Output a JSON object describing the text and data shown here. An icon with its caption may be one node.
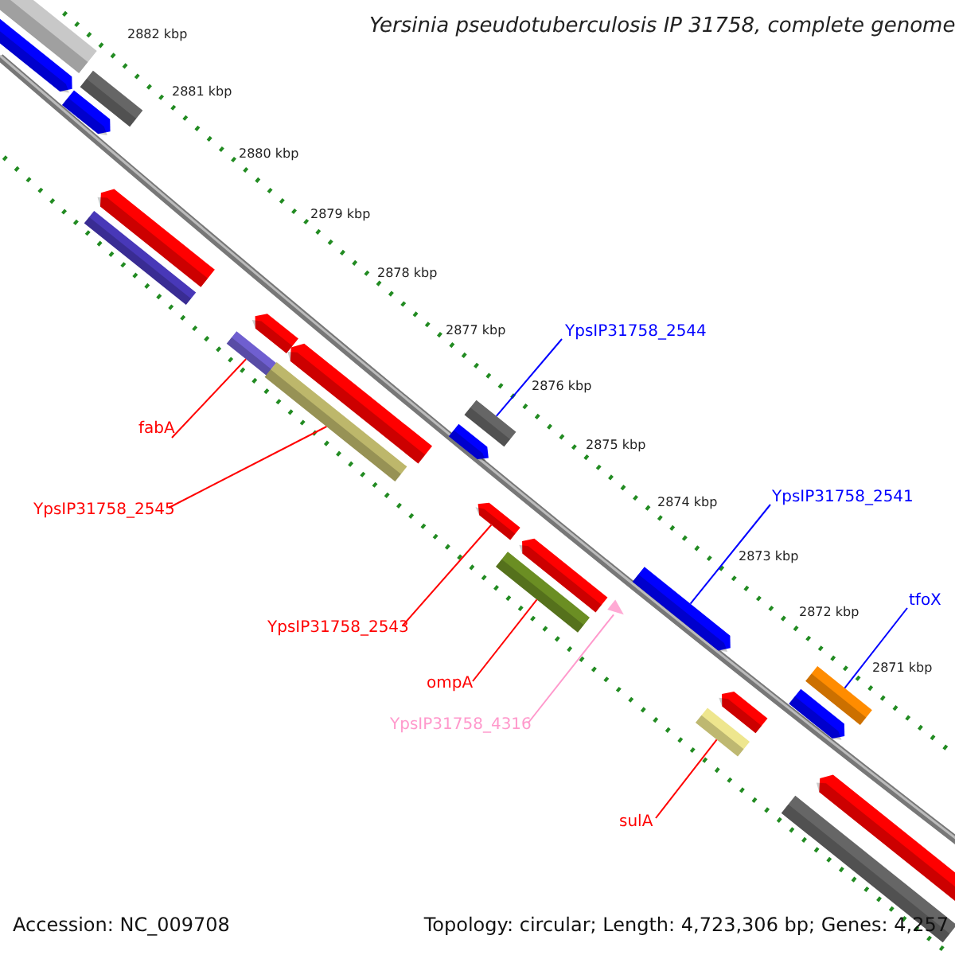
{
  "diagram": {
    "title": "Yersinia pseudotuberculosis IP 31758, complete genome",
    "nodes": [
      {
        "text": [
          "YpsIP31758_2544"
        ]
      },
      {
        "text": [
          "YpsIP31758_2541"
        ]
      },
      {
        "text": [
          "tfoX"
        ]
      },
      {
        "text": [
          "fabA"
        ]
      },
      {
        "text": [
          "YpsIP31758_2545"
        ]
      },
      {
        "text": [
          "YpsIP31758_2543"
        ]
      },
      {
        "text": [
          "ompA"
        ]
      },
      {
        "text": [
          "YpsIP31758_4316"
        ]
      },
      {
        "text": [
          "sulA"
        ]
      },
      {
        "text": [],
        "shape": "bar"
      },
      {
        "text": [],
        "shape": "bar"
      },
      {
        "text": [],
        "shape": "bar"
      },
      {
        "text": [],
        "shape": "bar"
      },
      {
        "text": [],
        "shape": "bar"
      },
      {
        "text": [],
        "shape": "bar"
      },
      {
        "text": [],
        "shape": "bar"
      },
      {
        "text": [],
        "shape": "bar"
      },
      {
        "text": [],
        "shape": "bar"
      },
      {
        "text": [],
        "shape": "bar"
      },
      {
        "text": [],
        "shape": "bar"
      },
      {
        "text": [],
        "shape": "bar"
      },
      {
        "text": [],
        "shape": "bar"
      },
      {
        "text": [],
        "shape": "bar"
      },
      {
        "text": [],
        "shape": "bar"
      },
      {
        "text": [],
        "shape": "triangle"
      },
      {
        "text": [],
        "shape": "bar"
      },
      {
        "text": [],
        "shape": "bar"
      },
      {
        "text": [],
        "shape": "bar"
      },
      {
        "text": [],
        "shape": "bar"
      },
      {
        "text": [],
        "shape": "bar"
      },
      {
        "text": [],
        "shape": "bar"
      },
      {
        "text": [],
        "shape": "bar"
      }
    ],
    "edges": [
      {
        "from": 3,
        "to": 16,
        "arrow": "none"
      },
      {
        "from": 4,
        "to": 18,
        "arrow": "none"
      },
      {
        "from": 0,
        "to": 19,
        "arrow": "none",
        "color": "#0000ff"
      },
      {
        "from": 5,
        "to": 21,
        "arrow": "none"
      },
      {
        "from": 6,
        "to": 23,
        "arrow": "none"
      },
      {
        "from": 1,
        "to": 25,
        "arrow": "none",
        "color": "#0000ff"
      },
      {
        "from": 7,
        "to": 24,
        "arrow": "none",
        "color": "#ff99cc"
      },
      {
        "from": 8,
        "to": 29,
        "arrow": "none"
      },
      {
        "from": 2,
        "to": 26,
        "arrow": "none",
        "color": "#0000ff"
      }
    ],
    "labels": [
      "2882 kbp",
      "2881 kbp",
      "2880 kbp",
      "2879 kbp",
      "2878 kbp",
      "2877 kbp",
      "2876 kbp",
      "2875 kbp",
      "2874 kbp",
      "2873 kbp",
      "2872 kbp",
      "2871 kbp",
      "Accession: NC_009708",
      "Topology: circular; Length: 4,723,306 bp; Genes: 4,257"
    ]
  }
}
